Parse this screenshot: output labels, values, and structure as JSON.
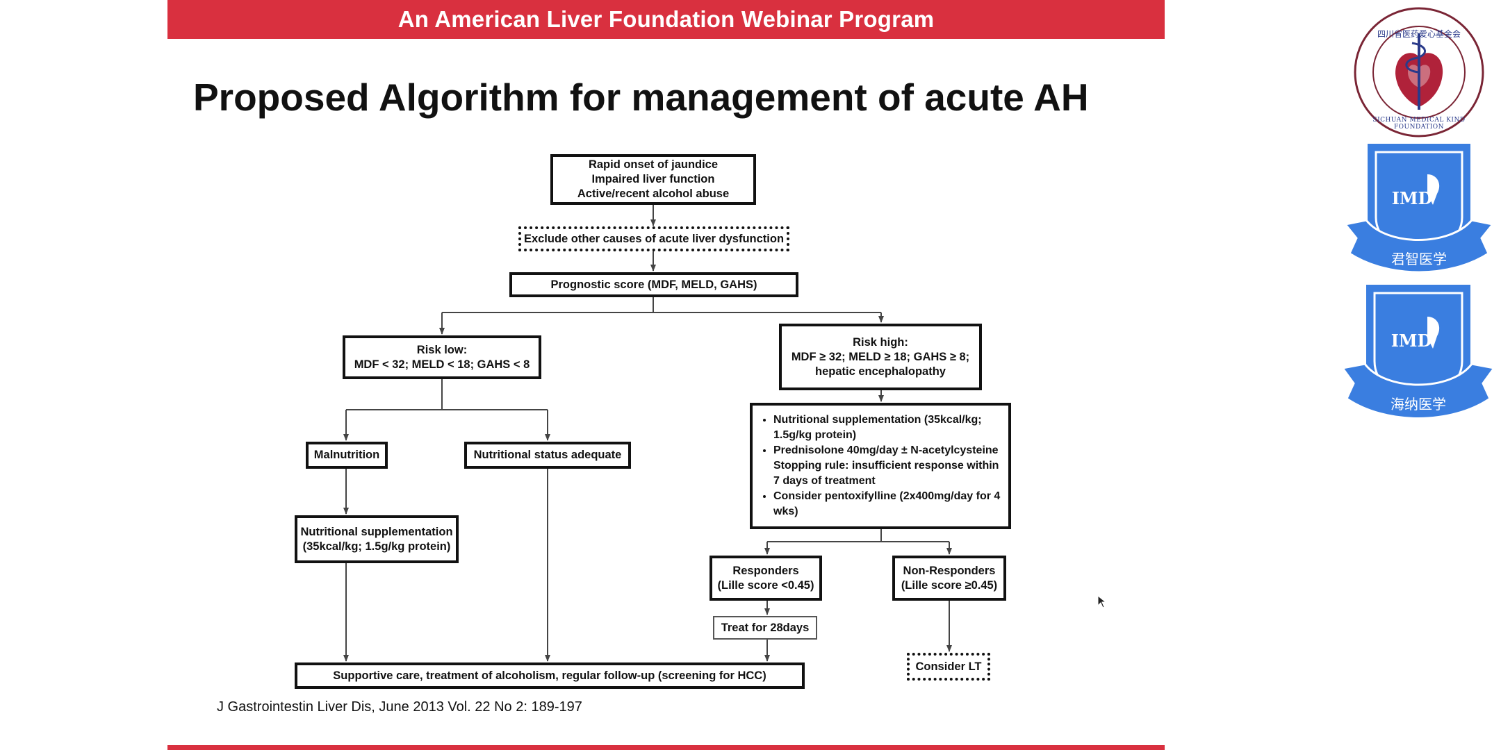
{
  "banner": {
    "text": "An American Liver Foundation Webinar Program"
  },
  "slide_title": "Proposed Algorithm for management of acute AH",
  "citation": "J Gastrointestin Liver Dis, June 2013 Vol. 22 No 2: 189-197",
  "flow": {
    "onset": [
      "Rapid onset of jaundice",
      "Impaired liver function",
      "Active/recent alcohol abuse"
    ],
    "exclude": "Exclude other causes of acute liver dysfunction",
    "prognostic": "Prognostic score (MDF, MELD, GAHS)",
    "risk_low": [
      "Risk low:",
      "MDF < 32; MELD < 18; GAHS < 8"
    ],
    "risk_high": [
      "Risk high:",
      "MDF ≥ 32; MELD ≥ 18; GAHS ≥ 8;",
      "hepatic encephalopathy"
    ],
    "malnutrition": "Malnutrition",
    "adequate": "Nutritional status adequate",
    "supplementation": [
      "Nutritional supplementation",
      "(35kcal/kg; 1.5g/kg protein)"
    ],
    "treatment_bullets": [
      "Nutritional supplementation (35kcal/kg; 1.5g/kg protein)",
      "Prednisolone 40mg/day ± N-acetylcysteine Stopping rule: insufficient response within 7 days of treatment",
      "Consider pentoxifylline (2x400mg/day for 4 wks)"
    ],
    "responders": [
      "Responders",
      "(Lille score <0.45)"
    ],
    "non_responders": [
      "Non-Responders",
      "(Lille score ≥0.45)"
    ],
    "treat": "Treat for 28days",
    "consider_lt": "Consider LT",
    "supportive": "Supportive care, treatment of alcoholism, regular follow-up (screening for HCC)"
  },
  "logos": {
    "seal_text": "四川省医药爱心基金会",
    "seal_ring": "SICHUAN MEDICAL KIND FOUNDATION",
    "badge1_mark": "IMD",
    "badge1_ribbon": "君智医学",
    "badge2_mark": "IMD",
    "badge2_ribbon": "海纳医学"
  },
  "colors": {
    "banner": "#d9303f",
    "badge": "#3a7ee0",
    "seal": "#b0223a"
  }
}
